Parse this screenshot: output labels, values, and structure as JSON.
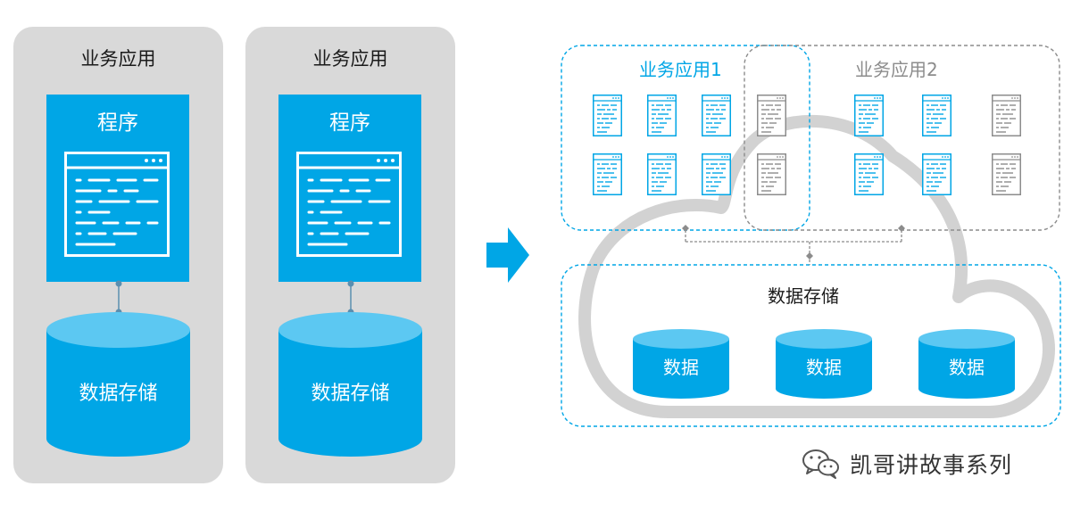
{
  "left": {
    "panels": [
      {
        "title": "业务应用",
        "program_label": "程序",
        "storage_label": "数据存储"
      },
      {
        "title": "业务应用",
        "program_label": "程序",
        "storage_label": "数据存储"
      }
    ]
  },
  "right": {
    "app1_label": "业务应用1",
    "app2_label": "业务应用2",
    "storage_title": "数据存储",
    "data_labels": [
      "数据",
      "数据",
      "数据"
    ]
  },
  "watermark": {
    "text": "凯哥讲故事系列"
  },
  "colors": {
    "blue": "#00a6e6",
    "light_blue": "#5cc8f2",
    "panel_gray": "#d9d9d9",
    "cloud_gray": "#d2d2d2",
    "dash_gray": "#8c8c8c"
  }
}
